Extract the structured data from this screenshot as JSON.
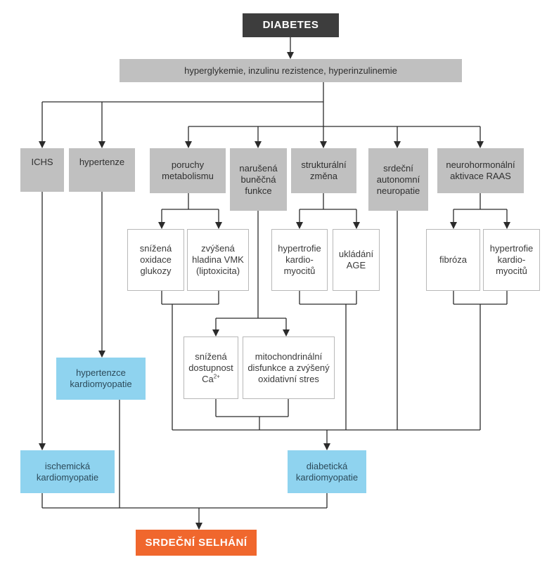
{
  "colors": {
    "root": "#3d3d3d",
    "factor": "#c0c0c0",
    "mechanism_outline": "#b8b8b8",
    "cardiomyopathy": "#8fd3ef",
    "outcome": "#f0672d",
    "connector": "#2b2b2b"
  },
  "nodes": {
    "diabetes": "DIABETES",
    "risk_factors": "hyperglykemie, inzulinu rezistence, hyperinzulinemie",
    "ichs": "ICHS",
    "hypertenze": "hypertenze",
    "poruchy_metabolismu": "poruchy\nmetabolismu",
    "narusena_bunecna_funkce": "narušená\nbuněčná\nfunkce",
    "strukturalni_zmena": "strukturální\nzměna",
    "srdecni_autonomni_neuropatie": "srdeční\nautonomní\nneuropatie",
    "neurohormonalni_aktivace": "neurohormonální\naktivace RAAS",
    "snizena_oxidace_glukozy": "snížená\noxidace\nglukozy",
    "zvysena_hladina_vmk": "zvýšená\nhladina VMK\n(liptoxicita)",
    "hypertrofie_kardiomyocitu_1": "hypertrofie\nkardio-\nmyocitů",
    "ukladani_age": "ukládání\nAGE",
    "fibroza": "fibróza",
    "hypertrofie_kardiomyocitu_2": "hypertrofie\nkardio-\nmyocitů",
    "snizena_dostupnost_ca": "snížená\ndostupnost\nCa",
    "ca_superscript": "2+",
    "mitochondrialni_dysfunkce": "mitochondrinální\ndisfunkce a zvýšený\noxidativní stres",
    "hypertenzni_kardiomyopatie": "hypertenzce\nkardiomyopatie",
    "ischemicka_kardiomyopatie": "ischemická\nkardiomyopatie",
    "diabeticka_kardiomyopatie": "diabetická\nkardiomyopatie",
    "srdecni_selhani": "SRDEČNÍ SELHÁNÍ"
  }
}
